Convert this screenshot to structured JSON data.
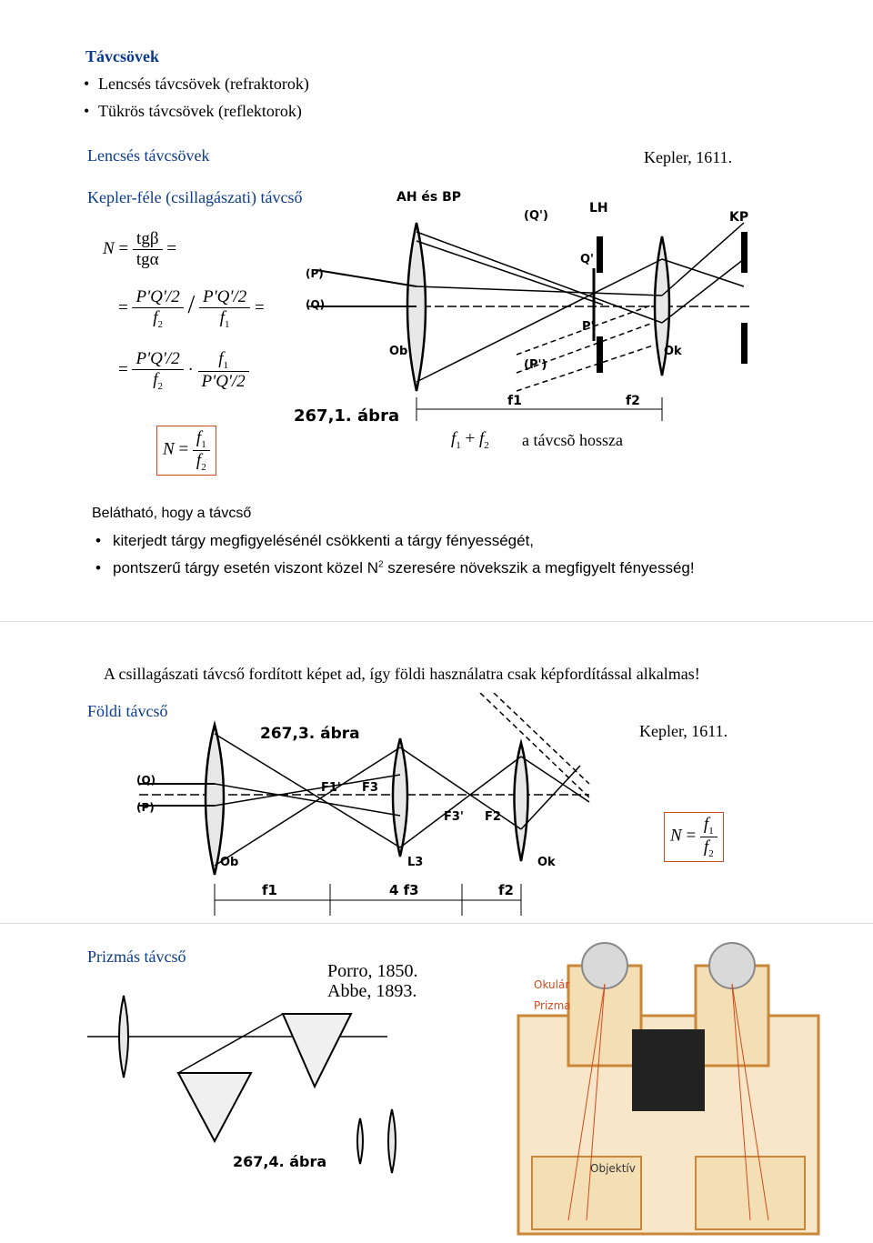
{
  "section1": {
    "title": "Távcsövek",
    "bullets": [
      "Lencsés távcsövek (refraktorok)",
      "Tükrös távcsövek (reflektorok)"
    ]
  },
  "section2": {
    "title": "Lencsés távcsövek",
    "date": "Kepler, 1611.",
    "subtitle": "Kepler-féle (csillagászati) távcső",
    "figure_caption": "267,1. ábra",
    "figure_labels": [
      "AH és BP",
      "(Q')",
      "LH",
      "KP",
      "(P)",
      "(Q)",
      "Q'",
      "P'",
      "Ob",
      "Ok",
      "(P')",
      "f1",
      "f2"
    ],
    "length_text": "a távcsõ hossza",
    "intro": "Belátható, hogy a távcső",
    "bullets": [
      "kiterjedt tárgy megfigyelésénél csökkenti a tárgy fényességét,",
      "pontszerű tárgy esetén viszont közel N"
    ],
    "bullet2_tail": "szeresére növekszik a megfigyelt fényesség!",
    "exp": "2"
  },
  "section3": {
    "statement": "A csillagászati távcső fordított képet ad, így földi használatra csak képfordítással alkalmas!",
    "title": "Földi távcső",
    "date": "Kepler, 1611.",
    "figure_caption": "267,3. ábra",
    "figure_labels": [
      "(Q)",
      "(P)",
      "Ob",
      "F1'",
      "F3",
      "L3",
      "F3'",
      "F2",
      "Ok",
      "f1",
      "4 f3",
      "f2"
    ]
  },
  "section4": {
    "title": "Prizmás távcső",
    "dates": [
      "Porro, 1850.",
      "Abbe, 1893."
    ],
    "figure_caption": "267,4. ábra",
    "labels": [
      "Okulár",
      "Prizma",
      "Objektív"
    ]
  },
  "colors": {
    "title": "#0a3a8c",
    "box": "#cc4a1f",
    "binocular": "#c9873a"
  }
}
